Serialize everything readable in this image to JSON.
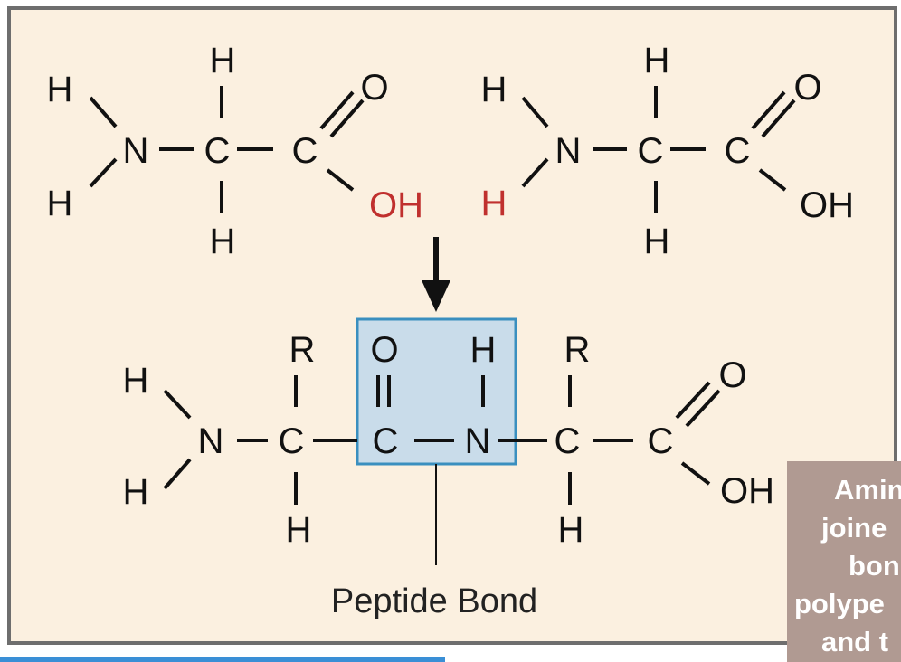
{
  "diagram": {
    "top_left_molecule": {
      "h_top": "H",
      "h_upper_left": "H",
      "n": "N",
      "c_alpha": "C",
      "c_carboxyl": "C",
      "o": "O",
      "oh": "OH",
      "h_lower_left": "H",
      "h_bottom": "H"
    },
    "top_right_molecule": {
      "h_top": "H",
      "h_upper_left": "H",
      "n": "N",
      "c_alpha": "C",
      "c_carboxyl": "C",
      "o": "O",
      "oh": "OH",
      "h_lower_left": "H",
      "h_bottom": "H"
    },
    "dipeptide": {
      "h_upper_left": "H",
      "n_terminal": "N",
      "h_lower_left": "H",
      "r1": "R",
      "c_alpha1": "C",
      "h1": "H",
      "o_peptide": "O",
      "c_peptide": "C",
      "h_peptide": "H",
      "n_peptide": "N",
      "r2": "R",
      "c_alpha2": "C",
      "h2": "H",
      "c_carboxyl": "C",
      "o": "O",
      "oh": "OH"
    },
    "peptide_bond_label": "Peptide Bond",
    "colors": {
      "background": "#fbf0e0",
      "frame": "#6e6e6e",
      "highlight_fill": "#c9dcea",
      "highlight_border": "#3a8fbf",
      "removed_atoms": "#c0302e",
      "side_panel": "#b09a92"
    }
  },
  "side_panel": {
    "lines": [
      "Amin",
      "joine",
      "bon",
      "polype",
      "and t"
    ]
  }
}
